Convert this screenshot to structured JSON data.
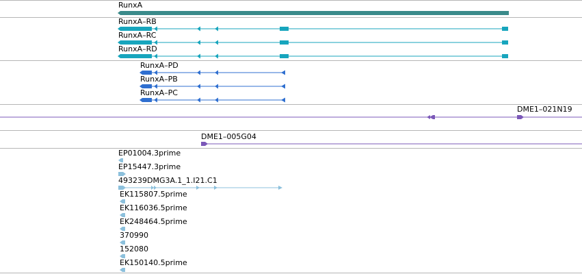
{
  "tracks": {
    "gene": {
      "name": "RunxA",
      "color": "#3a8a8a"
    },
    "transcripts_rb_rc_rd": {
      "color": "#17a5bd",
      "items": [
        {
          "name": "RunxA–RB"
        },
        {
          "name": "RunxA–RC"
        },
        {
          "name": "RunxA–RD"
        }
      ]
    },
    "transcripts_pd_pb_pc": {
      "color": "#2f6fd0",
      "items": [
        {
          "name": "RunxA–PD"
        },
        {
          "name": "RunxA–PB"
        },
        {
          "name": "RunxA–PC"
        }
      ]
    },
    "clone_dme1_021n19": {
      "name": "DME1–021N19",
      "color": "#7b58b8"
    },
    "clone_dme1_005g04": {
      "name": "DME1–005G04",
      "color": "#7b58b8"
    },
    "ests": {
      "color": "#8cc0dc",
      "items": [
        {
          "name": "EP01004.3prime"
        },
        {
          "name": "EP15447.3prime"
        },
        {
          "name": "493239DMG3A.1_1.I21.C1"
        },
        {
          "name": "EK115807.5prime"
        },
        {
          "name": "EK116036.5prime"
        },
        {
          "name": "EK248464.5prime"
        },
        {
          "name": "370990"
        },
        {
          "name": "152080"
        },
        {
          "name": "EK150140.5prime"
        }
      ]
    }
  }
}
